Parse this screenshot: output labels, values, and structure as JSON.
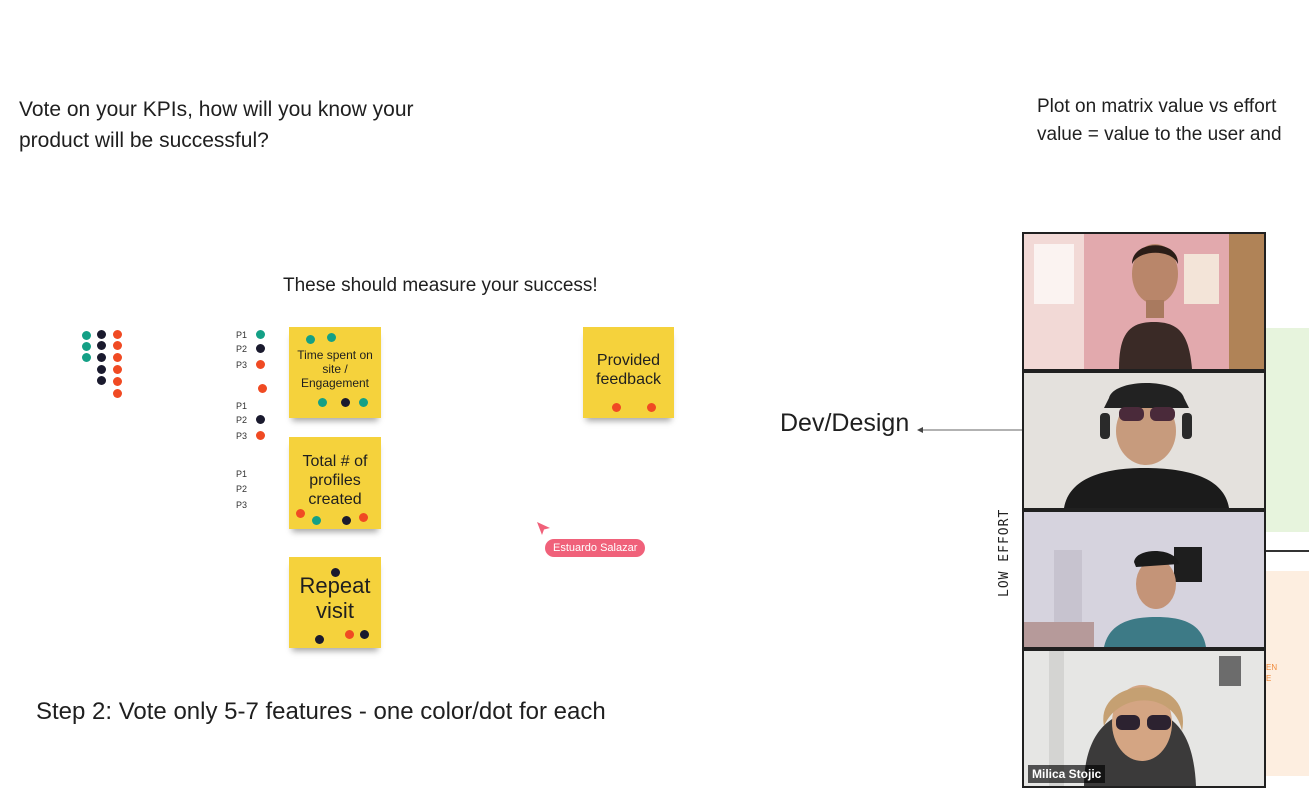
{
  "board": {
    "kpi_heading": "Vote on your KPIs, how will you know your product will be successful?",
    "measure_subheading": "These should measure your success!",
    "step2_heading": "Step 2: Vote only 5-7 features - one color/dot for each",
    "matrix_heading": "Plot on matrix value vs effort\nvalue = value to the user and",
    "dev_design_label": "Dev/Design",
    "low_effort_label": "LOW EFFORT",
    "partial_label_line1": "EN",
    "partial_label_line2": "E"
  },
  "stickies": [
    {
      "text": "Time spent on site / Engagement"
    },
    {
      "text": "Provided feedback"
    },
    {
      "text": "Total # of profiles created"
    },
    {
      "text": "Repeat visit"
    }
  ],
  "participant_labels": {
    "group1": [
      "P1",
      "P2",
      "P3"
    ],
    "group2": [
      "P1",
      "P2",
      "P3"
    ],
    "group3": [
      "P1",
      "P2",
      "P3"
    ]
  },
  "cursor": {
    "name": "Estuardo Salazar"
  },
  "video_call": {
    "participants": [
      {
        "name": ""
      },
      {
        "name": ""
      },
      {
        "name": ""
      },
      {
        "name": "Milica Stojic"
      }
    ]
  },
  "colors": {
    "sticky": "#f5d23c",
    "dot_green": "#14a086",
    "dot_black": "#1a1a2e",
    "dot_red": "#f04a23",
    "cursor": "#f0617a"
  }
}
